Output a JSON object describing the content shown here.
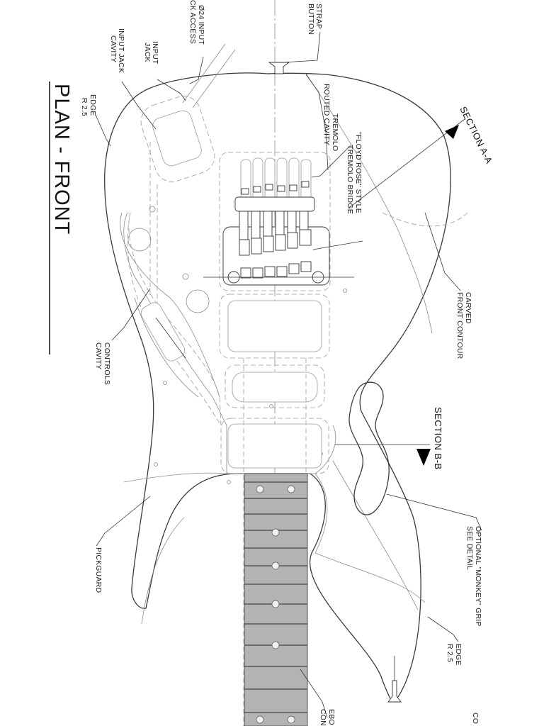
{
  "drawing": {
    "title": "PLAN - FRONT",
    "section_a": "SECTION A-A",
    "section_b": "SECTION B-B"
  },
  "labels": {
    "strap_button": [
      "STRAP",
      "BUTTON"
    ],
    "input_access": [
      "Ø24 INPUT",
      "CK ACCESS"
    ],
    "input_jack": [
      "INPUT",
      "JACK"
    ],
    "input_jack_cavity": [
      "INPUT JACK",
      "CAVITY"
    ],
    "edge_top": [
      "EDGE",
      "R 2.5"
    ],
    "tremolo_cavity": [
      "TREMOLO",
      "ROUTED CAVITY"
    ],
    "floyd_rose": [
      "\"FLOYD ROSE\" STYLE",
      "TREMOLO BRIDGE"
    ],
    "carved_contour": [
      "CARVED",
      "FRONT CONTOUR"
    ],
    "controls_cavity": [
      "CONTROLS",
      "CAVITY"
    ],
    "monkey_grip": [
      "OPTIONAL \"MONKEY\" GRIP",
      "SEE DETAIL"
    ],
    "pickguard": [
      "PICKGUARD"
    ],
    "edge_bottom": [
      "EDGE",
      "R 2.5"
    ],
    "ebony": [
      "EBO",
      "CON"
    ],
    "corner_cut": [
      "CO"
    ]
  }
}
